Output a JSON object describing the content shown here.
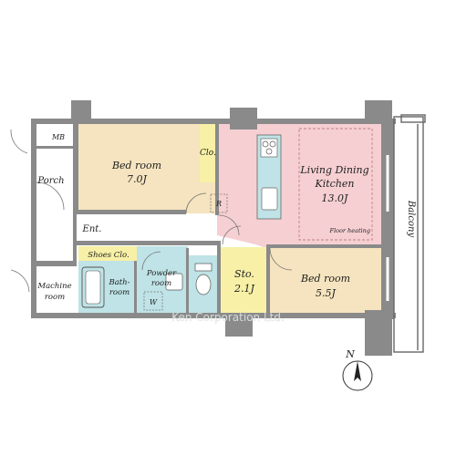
{
  "rooms": {
    "bedroom1": {
      "label": "Bed room",
      "size": "7.0J",
      "fill": "#f5e4bf"
    },
    "bedroom2": {
      "label": "Bed room",
      "size": "5.5J",
      "fill": "#f5e4bf"
    },
    "ldk": {
      "line1": "Living Dining",
      "line2": "Kitchen",
      "size": "13.0J",
      "note": "Floor heating",
      "fill": "#f6cfd2"
    },
    "storage": {
      "label": "Sto.",
      "size": "2.1J",
      "fill": "#f7f0a6"
    },
    "closet": {
      "label": "Clo.",
      "fill": "#f7f0a6"
    },
    "shoes_closet": {
      "label": "Shoes Clo.",
      "fill": "#f7f0a6"
    },
    "bathroom": {
      "line1": "Bath-",
      "line2": "room",
      "fill": "#bfe3e6"
    },
    "powder_room": {
      "line1": "Powder",
      "line2": "room",
      "fill": "#bfe3e6"
    },
    "washer": {
      "label": "W"
    },
    "refrigerator": {
      "label": "R"
    },
    "entrance": {
      "label": "Ent."
    },
    "porch": {
      "label": "Porch"
    },
    "meter_box": {
      "label": "MB"
    },
    "machine_room": {
      "line1": "Machine",
      "line2": "room"
    },
    "balcony": {
      "label": "Balcony"
    }
  },
  "compass": {
    "label": "N"
  },
  "watermark": "Ken Corporation Ltd.",
  "colors": {
    "wall": "#8a8a8a",
    "water": "#bfe3e6",
    "outline": "#666666"
  }
}
